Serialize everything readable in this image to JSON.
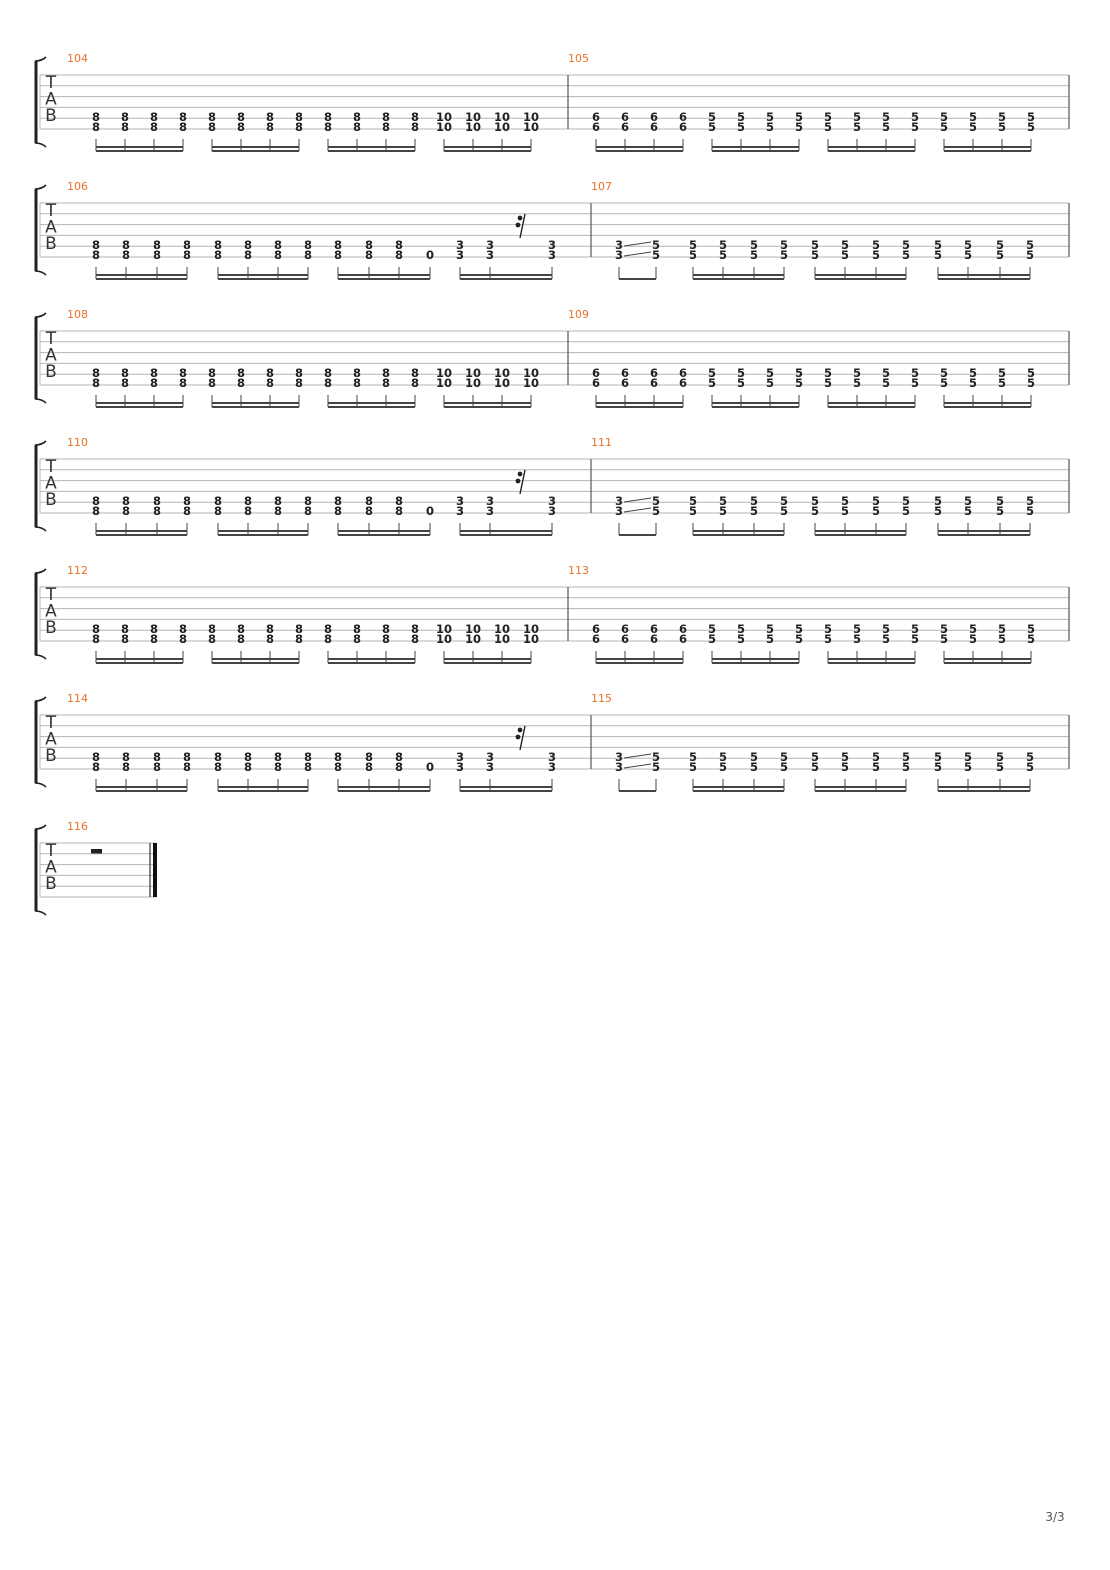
{
  "page_number": "3/3",
  "colors": {
    "measure_number": "#e8702a",
    "staff_line": "#b5b5b5",
    "fret": "#222222",
    "bracket": "#222222"
  },
  "tab_clef": [
    "T",
    "A",
    "B"
  ],
  "systems": [
    {
      "measures": [
        {
          "number": "104",
          "type": "pairs",
          "frets": [
            "8",
            "8",
            "8",
            "8",
            "8",
            "8",
            "8",
            "8",
            "8",
            "8",
            "8",
            "8",
            "10",
            "10",
            "10",
            "10"
          ]
        },
        {
          "number": "105",
          "type": "pairs",
          "frets": [
            "6",
            "6",
            "6",
            "6",
            "5",
            "5",
            "5",
            "5",
            "5",
            "5",
            "5",
            "5",
            "5",
            "5",
            "5",
            "5"
          ]
        }
      ]
    },
    {
      "measures": [
        {
          "number": "106",
          "type": "pairs_rest",
          "frets": [
            "8",
            "8",
            "8",
            "8",
            "8",
            "8",
            "8",
            "8",
            "8",
            "8",
            "8",
            "0",
            "3",
            "3",
            "3"
          ]
        },
        {
          "number": "107",
          "type": "slide_pairs",
          "slide_from": "3",
          "slide_to": "5",
          "frets": [
            "5",
            "5",
            "5",
            "5",
            "5",
            "5",
            "5",
            "5",
            "5",
            "5",
            "5",
            "5"
          ]
        }
      ]
    },
    {
      "measures": [
        {
          "number": "108",
          "type": "pairs",
          "frets": [
            "8",
            "8",
            "8",
            "8",
            "8",
            "8",
            "8",
            "8",
            "8",
            "8",
            "8",
            "8",
            "10",
            "10",
            "10",
            "10"
          ]
        },
        {
          "number": "109",
          "type": "pairs",
          "frets": [
            "6",
            "6",
            "6",
            "6",
            "5",
            "5",
            "5",
            "5",
            "5",
            "5",
            "5",
            "5",
            "5",
            "5",
            "5",
            "5"
          ]
        }
      ]
    },
    {
      "measures": [
        {
          "number": "110",
          "type": "pairs_rest",
          "frets": [
            "8",
            "8",
            "8",
            "8",
            "8",
            "8",
            "8",
            "8",
            "8",
            "8",
            "8",
            "0",
            "3",
            "3",
            "3"
          ]
        },
        {
          "number": "111",
          "type": "slide_pairs",
          "slide_from": "3",
          "slide_to": "5",
          "frets": [
            "5",
            "5",
            "5",
            "5",
            "5",
            "5",
            "5",
            "5",
            "5",
            "5",
            "5",
            "5"
          ]
        }
      ]
    },
    {
      "measures": [
        {
          "number": "112",
          "type": "pairs",
          "frets": [
            "8",
            "8",
            "8",
            "8",
            "8",
            "8",
            "8",
            "8",
            "8",
            "8",
            "8",
            "8",
            "10",
            "10",
            "10",
            "10"
          ]
        },
        {
          "number": "113",
          "type": "pairs",
          "frets": [
            "6",
            "6",
            "6",
            "6",
            "5",
            "5",
            "5",
            "5",
            "5",
            "5",
            "5",
            "5",
            "5",
            "5",
            "5",
            "5"
          ]
        }
      ]
    },
    {
      "measures": [
        {
          "number": "114",
          "type": "pairs_rest",
          "frets": [
            "8",
            "8",
            "8",
            "8",
            "8",
            "8",
            "8",
            "8",
            "8",
            "8",
            "8",
            "0",
            "3",
            "3",
            "3"
          ]
        },
        {
          "number": "115",
          "type": "slide_pairs",
          "slide_from": "3",
          "slide_to": "5",
          "frets": [
            "5",
            "5",
            "5",
            "5",
            "5",
            "5",
            "5",
            "5",
            "5",
            "5",
            "5",
            "5"
          ]
        }
      ]
    },
    {
      "measures": [
        {
          "number": "116",
          "type": "rest_end",
          "frets": []
        }
      ]
    }
  ]
}
